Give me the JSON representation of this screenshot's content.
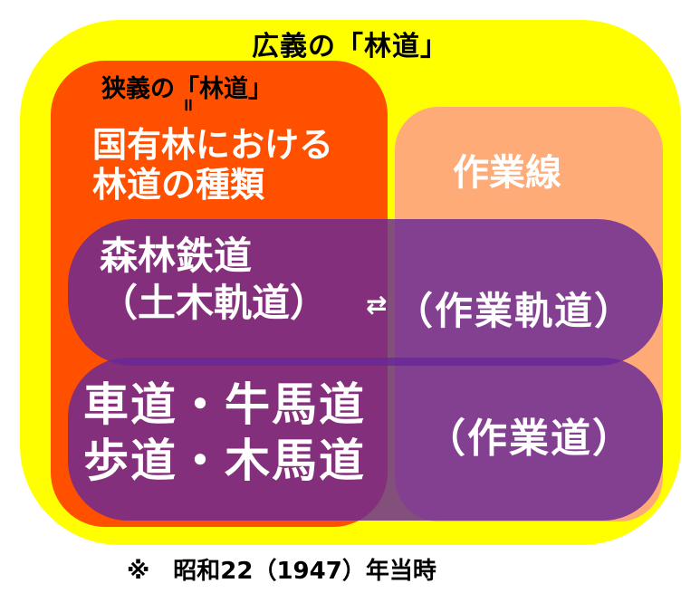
{
  "diagram": {
    "broad_title": "広義の「林道」",
    "narrow_title": "狭義の「林道」",
    "equals_symbol": "=",
    "national_forest_lines": [
      "国有林における",
      "林道の種類"
    ],
    "work_lines_label": "作業線",
    "forest_railway_lines": [
      "森林鉄道",
      "（土木軌道）"
    ],
    "exchange_arrow": "⇄",
    "work_track_label": "（作業軌道）",
    "road_lines": [
      "車道・牛馬道",
      "歩道・木馬道"
    ],
    "work_road_label": "（作業道）",
    "footnote": "※　昭和22（1947）年当時"
  },
  "colors": {
    "broad": "#ffff00",
    "narrow": "#ff5000",
    "work_lines": "#ff9696",
    "bands": "#682896",
    "text_light": "#ffffff",
    "text_dark": "#000000"
  }
}
